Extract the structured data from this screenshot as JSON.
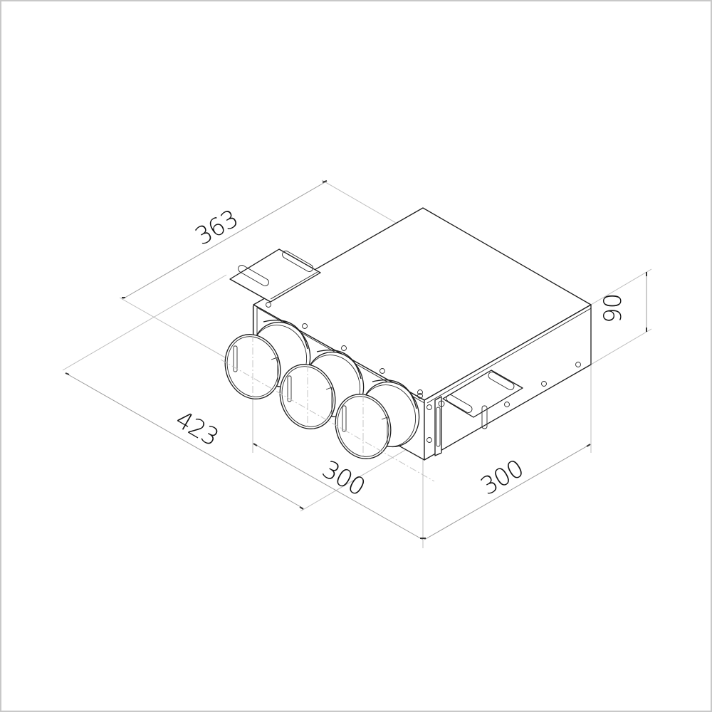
{
  "drawing": {
    "title": "Isometric drawing of rectangular air distribution plenum box with three round spigot outlets and mounting brackets",
    "colors": {
      "background": "#ffffff",
      "border": "#c8c8c8",
      "outline": "#1e1e1e",
      "dimension_line": "#bdbdbd",
      "text": "#111111"
    },
    "dimensions": {
      "length_top": {
        "value": "363",
        "label": "overall length incl. brackets"
      },
      "height": {
        "value": "90",
        "label": "box height"
      },
      "depth_outlets": {
        "value": "423",
        "label": "overall depth incl. spigots"
      },
      "width_front": {
        "value": "300",
        "label": "front face width"
      },
      "length_side": {
        "value": "300",
        "label": "side length"
      }
    },
    "components": {
      "spigots": 3,
      "brackets": 2,
      "screws_visible": 12
    }
  }
}
